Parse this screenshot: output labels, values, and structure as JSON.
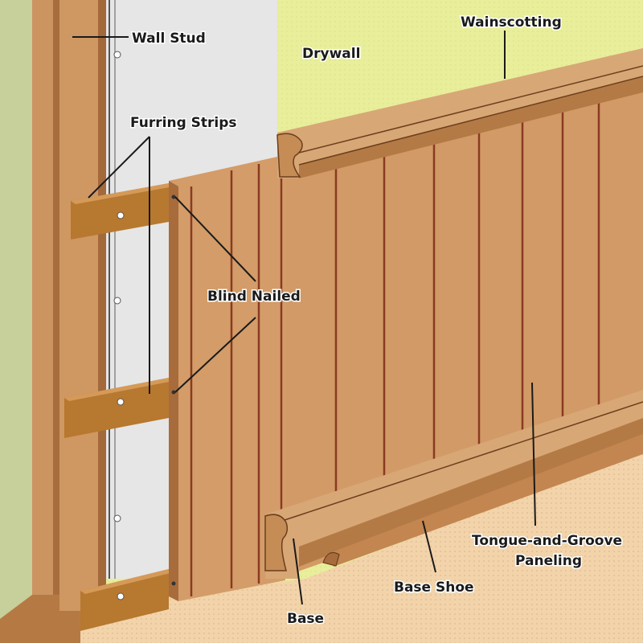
{
  "colors": {
    "wall": "#e8ee9a",
    "drywall": "#e6e6e6",
    "wood": "#d29a66",
    "wood_dark": "#a0673a",
    "floor": "#f2d3aa",
    "strip": "#b7782f",
    "groove": "#8a3a22"
  },
  "labels": {
    "wall_stud": "Wall Stud",
    "drywall": "Drywall",
    "wainscotting": "Wainscotting",
    "furring_strips": "Furring Strips",
    "blind_nailed": "Blind Nailed",
    "tongue_groove_line1": "Tongue-and-Groove",
    "tongue_groove_line2": "Paneling",
    "base_shoe": "Base Shoe",
    "base": "Base"
  }
}
